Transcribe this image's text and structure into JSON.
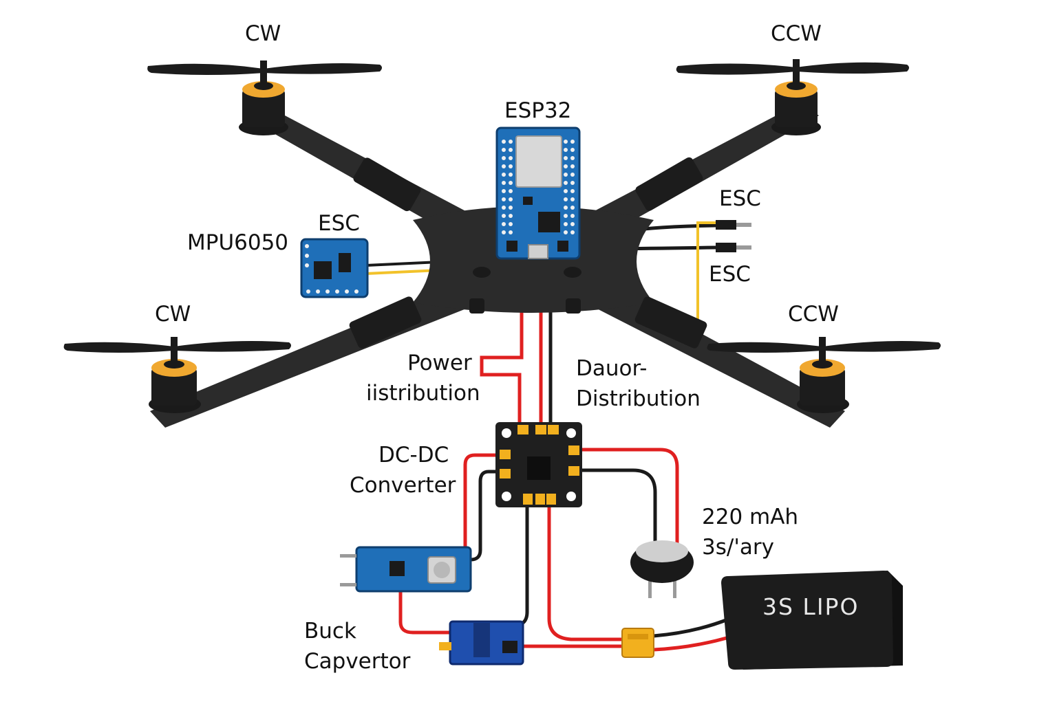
{
  "labels": {
    "motor_front_left": "CW",
    "motor_front_right": "CCW",
    "motor_rear_left": "CW",
    "motor_rear_right": "CCW",
    "controller": "ESP32",
    "imu": "MPU6050",
    "esc_left": "ESC",
    "esc_right_top": "ESC",
    "esc_right_bottom": "ESC",
    "power_distribution_left": [
      "Power",
      "iistribution"
    ],
    "power_distribution_right": [
      "Dauor-",
      "Distribution"
    ],
    "dc_dc_converter": [
      "DC-DC",
      "Converter"
    ],
    "capacitor": [
      "220 mAh",
      "3s/'ary"
    ],
    "buck_converter": [
      "Buck",
      "Capvertor"
    ],
    "battery": "3S LIPO"
  },
  "colors": {
    "frame": "#2b2b2b",
    "motor_band": "#f0a830",
    "pcb_blue": "#1f6fb8",
    "wire_red": "#e02020",
    "wire_black": "#1a1a1a",
    "wire_yellow": "#f2c22a",
    "connector_yellow": "#f2b01e",
    "battery": "#1c1c1c"
  },
  "icons": {
    "motor": "brushless-motor-icon",
    "propeller": "propeller-icon",
    "board": "pcb-board-icon",
    "capacitor": "capacitor-icon",
    "battery": "battery-icon",
    "connector": "xt60-connector-icon"
  }
}
